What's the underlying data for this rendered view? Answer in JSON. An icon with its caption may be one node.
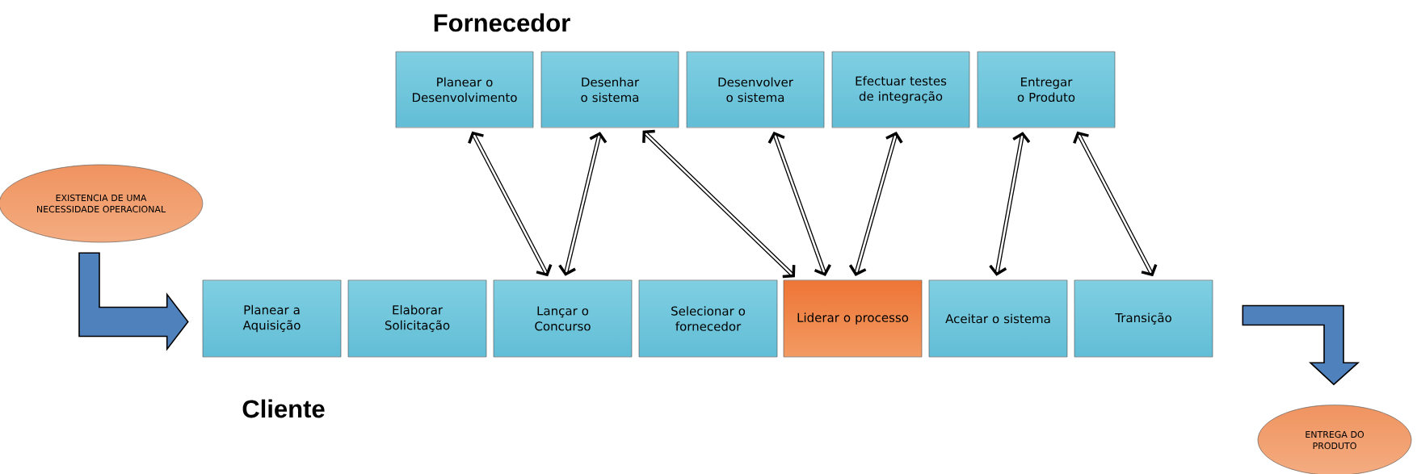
{
  "diagram": {
    "nodes": [
      {
        "text": [
          "EXISTENCIA DE UMA NECESSIDADE OPERACIONAL"
        ]
      },
      {
        "text": [
          "Planear a Aquisição"
        ]
      },
      {
        "text": [
          "Elaborar Solicitação"
        ]
      },
      {
        "text": [
          "Lançar o Concurso"
        ]
      },
      {
        "text": [
          "Selecionar o fornecedor"
        ]
      },
      {
        "text": [
          "Liderar o processo"
        ]
      },
      {
        "text": [
          "Aceitar o sistema"
        ]
      },
      {
        "text": [
          "Transição"
        ]
      },
      {
        "text": [
          "Planear o Desenvolvimento"
        ]
      },
      {
        "text": [
          "Desenhar o sistema"
        ]
      },
      {
        "text": [
          "Desenvolver o sistema"
        ]
      },
      {
        "text": [
          "Efectuar testes de integração"
        ]
      },
      {
        "text": [
          "Entregar o Produto"
        ]
      },
      {
        "text": [
          "ENTREGA DO PRODUTO"
        ]
      }
    ],
    "edges": [
      {
        "from": 0,
        "to": 1,
        "arrow": "to",
        "style": "thick",
        "color": "#4f81bd"
      },
      {
        "from": 7,
        "to": 13,
        "arrow": "to",
        "style": "thick",
        "color": "#4f81bd"
      },
      {
        "from": 8,
        "to": 3,
        "arrow": "both"
      },
      {
        "from": 9,
        "to": 3,
        "arrow": "both"
      },
      {
        "from": 9,
        "to": 5,
        "arrow": "both"
      },
      {
        "from": 10,
        "to": 5,
        "arrow": "both"
      },
      {
        "from": 11,
        "to": 5,
        "arrow": "both"
      },
      {
        "from": 12,
        "to": 6,
        "arrow": "both"
      },
      {
        "from": 12,
        "to": 7,
        "arrow": "both"
      }
    ],
    "labels": [
      "Fornecedor",
      "Cliente"
    ]
  }
}
